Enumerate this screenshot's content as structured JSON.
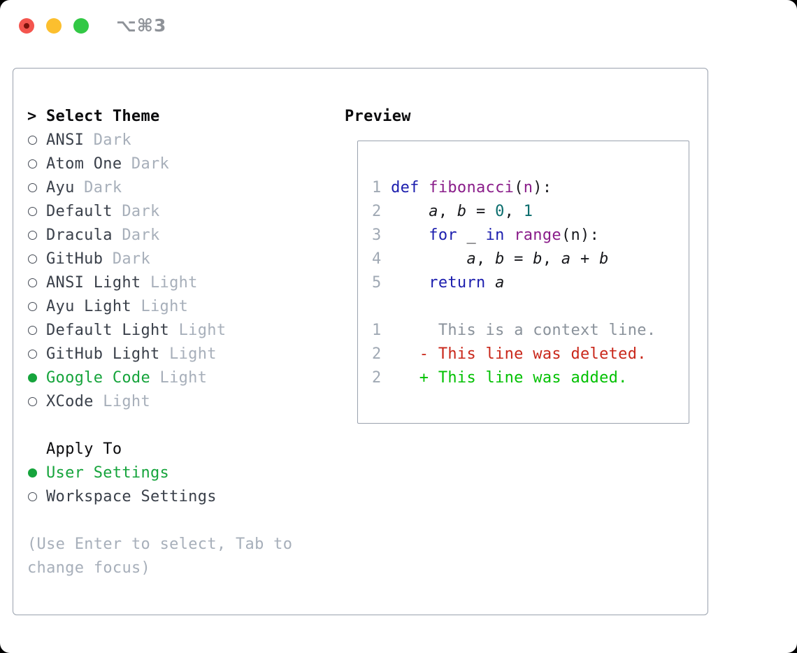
{
  "window": {
    "title": "⌥⌘3"
  },
  "left": {
    "header_prefix": ">",
    "header": "Select Theme",
    "themes": [
      {
        "name": "ANSI",
        "variant": "Dark",
        "selected": false
      },
      {
        "name": "Atom One",
        "variant": "Dark",
        "selected": false
      },
      {
        "name": "Ayu",
        "variant": "Dark",
        "selected": false
      },
      {
        "name": "Default",
        "variant": "Dark",
        "selected": false
      },
      {
        "name": "Dracula",
        "variant": "Dark",
        "selected": false
      },
      {
        "name": "GitHub",
        "variant": "Dark",
        "selected": false
      },
      {
        "name": "ANSI Light",
        "variant": "Light",
        "selected": false
      },
      {
        "name": "Ayu Light",
        "variant": "Light",
        "selected": false
      },
      {
        "name": "Default Light",
        "variant": "Light",
        "selected": false
      },
      {
        "name": "GitHub Light",
        "variant": "Light",
        "selected": false
      },
      {
        "name": "Google Code",
        "variant": "Light",
        "selected": true
      },
      {
        "name": "XCode",
        "variant": "Light",
        "selected": false
      }
    ],
    "apply_header": "Apply To",
    "apply_options": [
      {
        "name": "User Settings",
        "selected": true
      },
      {
        "name": "Workspace Settings",
        "selected": false
      }
    ],
    "hint_lines": [
      "(Use Enter to select, Tab to",
      "change focus)"
    ]
  },
  "preview": {
    "title": "Preview",
    "lines": [
      {
        "segments": [
          {
            "t": "1 ",
            "c": "num"
          },
          {
            "t": "def",
            "c": "kw"
          },
          {
            "t": " ",
            "c": "pl"
          },
          {
            "t": "fibonacci",
            "c": "fn"
          },
          {
            "t": "(",
            "c": "pl"
          },
          {
            "t": "n",
            "c": "fn"
          },
          {
            "t": "):",
            "c": "pl"
          }
        ]
      },
      {
        "segments": [
          {
            "t": "2     ",
            "c": "num"
          },
          {
            "t": "a",
            "c": "var"
          },
          {
            "t": ", ",
            "c": "pl"
          },
          {
            "t": "b",
            "c": "var"
          },
          {
            "t": " = ",
            "c": "pl"
          },
          {
            "t": "0",
            "c": "lit"
          },
          {
            "t": ", ",
            "c": "pl"
          },
          {
            "t": "1",
            "c": "lit"
          }
        ]
      },
      {
        "segments": [
          {
            "t": "3     ",
            "c": "num"
          },
          {
            "t": "for",
            "c": "kw"
          },
          {
            "t": " ",
            "c": "pl"
          },
          {
            "t": "_",
            "c": "var"
          },
          {
            "t": " ",
            "c": "pl"
          },
          {
            "t": "in",
            "c": "kw"
          },
          {
            "t": " ",
            "c": "pl"
          },
          {
            "t": "range",
            "c": "fn"
          },
          {
            "t": "(n):",
            "c": "pl"
          }
        ]
      },
      {
        "segments": [
          {
            "t": "4         ",
            "c": "num"
          },
          {
            "t": "a",
            "c": "var"
          },
          {
            "t": ", ",
            "c": "pl"
          },
          {
            "t": "b",
            "c": "var"
          },
          {
            "t": " = ",
            "c": "pl"
          },
          {
            "t": "b",
            "c": "var"
          },
          {
            "t": ", ",
            "c": "pl"
          },
          {
            "t": "a",
            "c": "var"
          },
          {
            "t": " + ",
            "c": "pl"
          },
          {
            "t": "b",
            "c": "var"
          }
        ]
      },
      {
        "segments": [
          {
            "t": "5     ",
            "c": "num"
          },
          {
            "t": "return",
            "c": "kw"
          },
          {
            "t": " ",
            "c": "pl"
          },
          {
            "t": "a",
            "c": "var"
          }
        ]
      },
      {
        "segments": []
      },
      {
        "segments": [
          {
            "t": "1      ",
            "c": "num"
          },
          {
            "t": "This is a context line.",
            "c": "ctx"
          }
        ]
      },
      {
        "segments": [
          {
            "t": "2    ",
            "c": "num"
          },
          {
            "t": "- This line was deleted.",
            "c": "del"
          }
        ]
      },
      {
        "segments": [
          {
            "t": "2    ",
            "c": "num"
          },
          {
            "t": "+ This line was added.",
            "c": "add"
          }
        ]
      }
    ]
  },
  "colors": {
    "border": "#9aa2ae",
    "header": "#0b0b0d",
    "text": "#3a404a",
    "muted": "#a7afba",
    "circle": "#454b55",
    "ui_green": "#16a43c",
    "linenum": "#a0a9b4",
    "keyword": "#1c1eae",
    "function": "#8a1d8a",
    "literal": "#0b6d6d",
    "plain": "#17181c",
    "context": "#8a929b",
    "deleted": "#c9271a",
    "added": "#02c102",
    "title_gray": "#8e9298",
    "traffic_red": "#f4554e",
    "traffic_red_dot": "#7c130b",
    "traffic_yellow": "#fcbf2e",
    "traffic_green": "#32c845"
  }
}
